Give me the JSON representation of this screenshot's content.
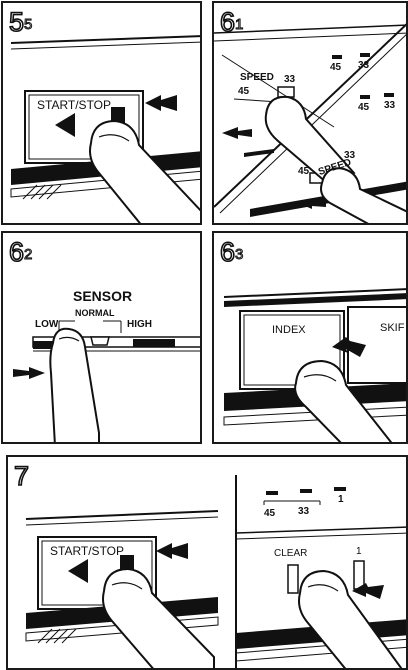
{
  "panels": [
    {
      "step": "5",
      "sub": "5",
      "labels": {
        "button": "START/STOP"
      }
    },
    {
      "step": "6",
      "sub": "1",
      "labels": {
        "speed_top": "SPEED",
        "speed_top_45": "45",
        "speed_top_33": "33",
        "speed_bottom": "SPEED",
        "speed_bottom_45": "45",
        "speed_bottom_33": "33",
        "ind_top_45": "45",
        "ind_top_33": "33",
        "ind_mid_45": "45",
        "ind_mid_33": "33"
      }
    },
    {
      "step": "6",
      "sub": "2",
      "labels": {
        "sensor": "SENSOR",
        "low": "LOW",
        "normal": "NORMAL",
        "high": "HIGH"
      }
    },
    {
      "step": "6",
      "sub": "3",
      "labels": {
        "index": "INDEX",
        "skip": "SKIF"
      }
    },
    {
      "step": "7",
      "sub": "",
      "labels": {
        "button": "START/STOP",
        "ind_45": "45",
        "ind_33": "33",
        "ind_1": "1",
        "clear": "CLEAR",
        "one": "1"
      }
    }
  ]
}
